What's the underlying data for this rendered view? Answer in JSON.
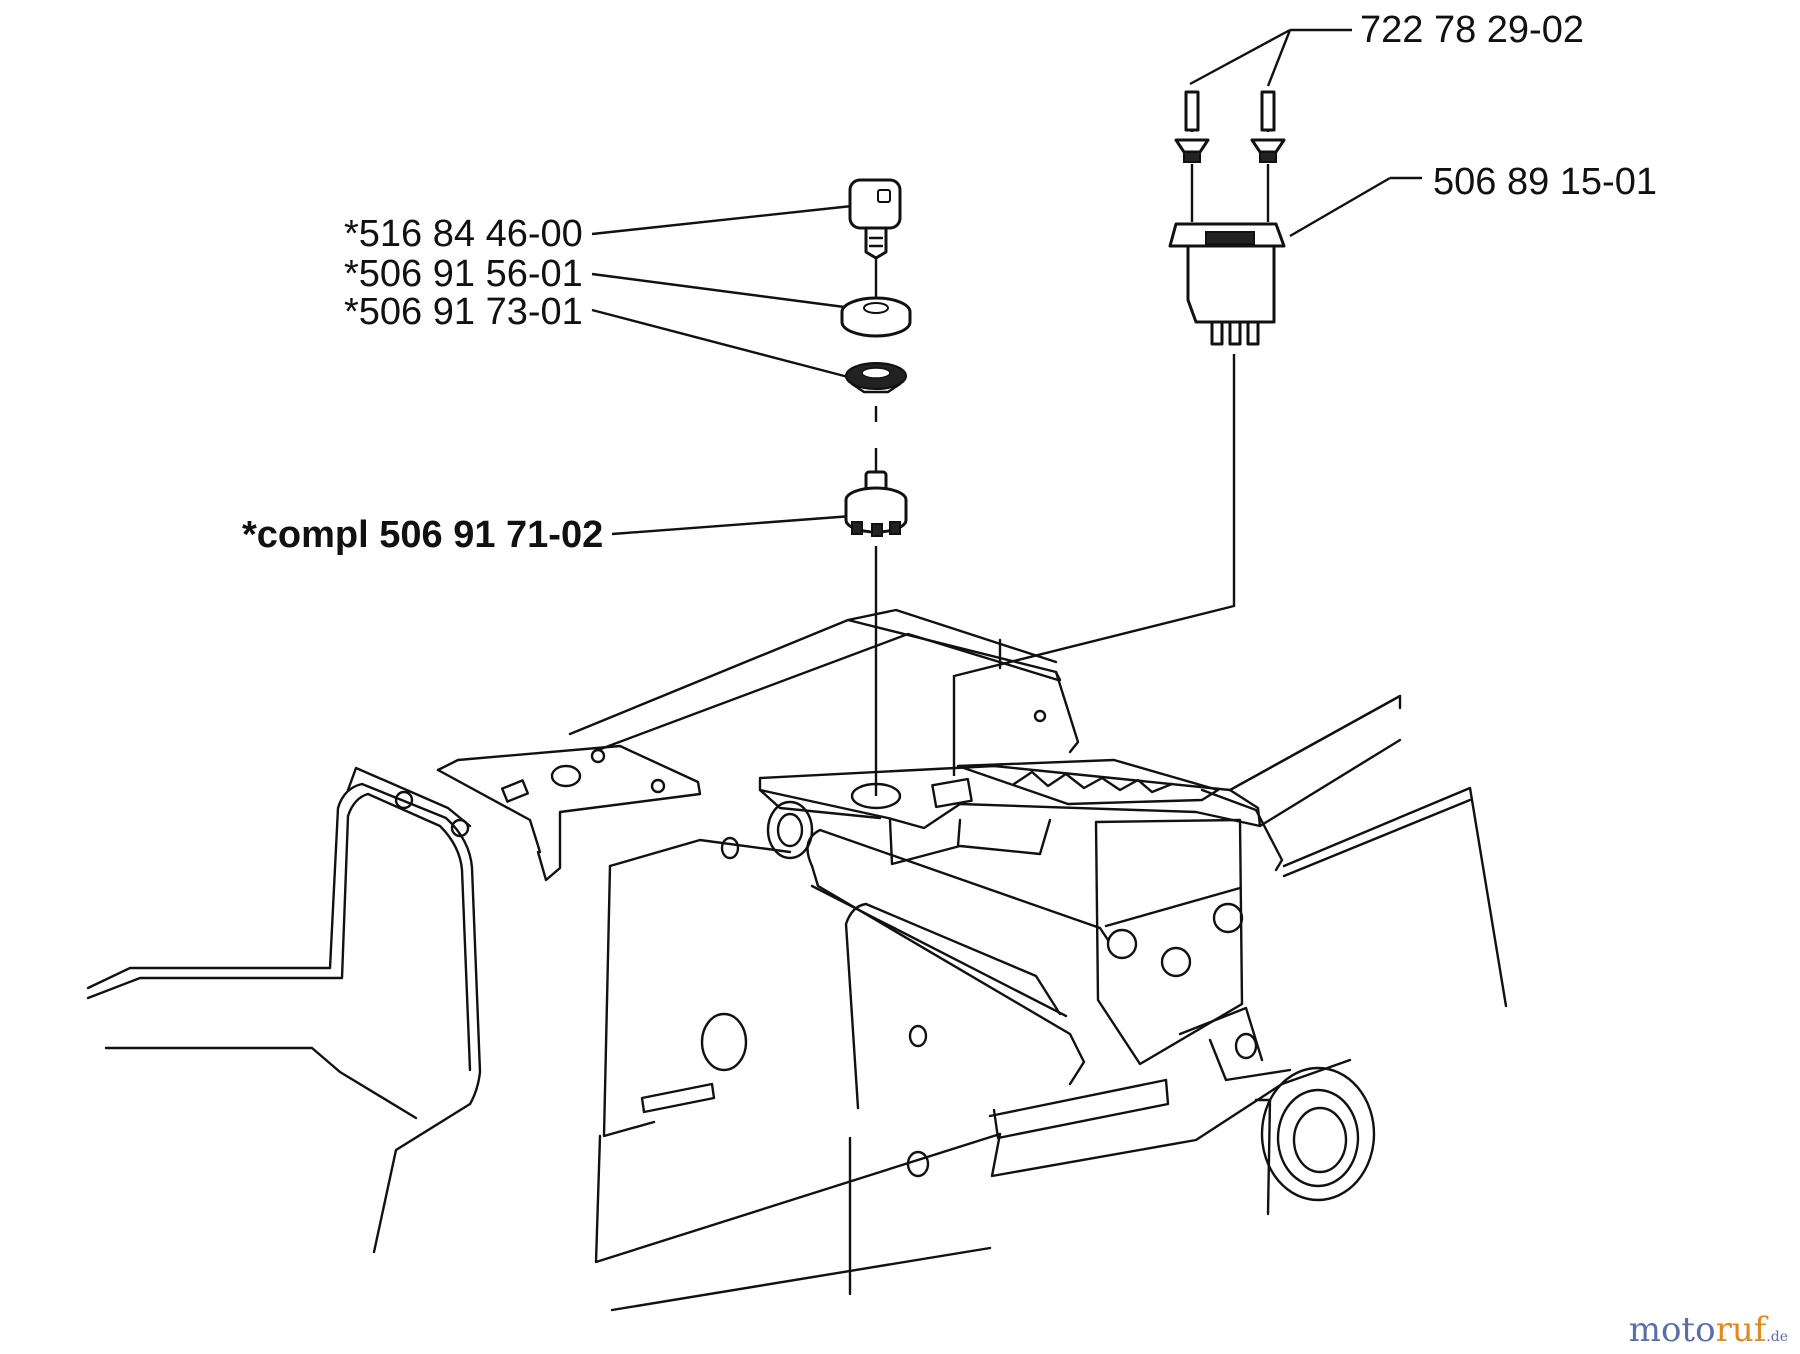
{
  "callouts": {
    "screw": "722 78 29-02",
    "switch": "506 89 15-01",
    "key": "*516 84 46-00",
    "nut": "*506 91 56-01",
    "washer": "*506 91 73-01",
    "ignition": "*compl 506 91 71-02"
  },
  "watermark": {
    "part1": "moto",
    "part2": "ruf",
    "suffix": ".de"
  }
}
